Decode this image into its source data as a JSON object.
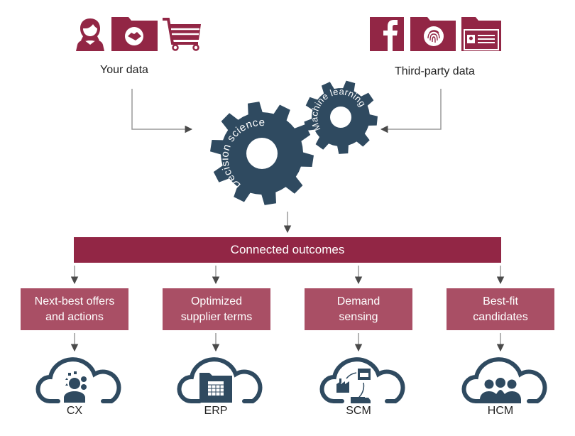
{
  "sources": {
    "your_data": {
      "label": "Your data",
      "icons": [
        "person-icon",
        "handshake-folder-icon",
        "shopping-cart-icon"
      ]
    },
    "third_party_data": {
      "label": "Third-party data",
      "icons": [
        "facebook-icon",
        "fingerprint-folder-icon",
        "id-card-folder-icon"
      ]
    }
  },
  "engines": {
    "large_gear": "Decision science",
    "small_gear": "Machine learning"
  },
  "outcomes_bar": "Connected outcomes",
  "outcomes": [
    {
      "line1": "Next-best offers",
      "line2": "and actions",
      "app": "CX",
      "icon": "customer-cloud-icon"
    },
    {
      "line1": "Optimized",
      "line2": "supplier terms",
      "app": "ERP",
      "icon": "calendar-folder-cloud-icon"
    },
    {
      "line1": "Demand",
      "line2": "sensing",
      "app": "SCM",
      "icon": "supply-chain-cloud-icon"
    },
    {
      "line1": "Best-fit",
      "line2": "candidates",
      "app": "HCM",
      "icon": "people-cloud-icon"
    }
  ],
  "colors": {
    "brand": "#922645",
    "outcome_box": "#a94f65",
    "gear": "#2f4a60",
    "arrow": "#8a8a8a",
    "text": "#222222"
  }
}
